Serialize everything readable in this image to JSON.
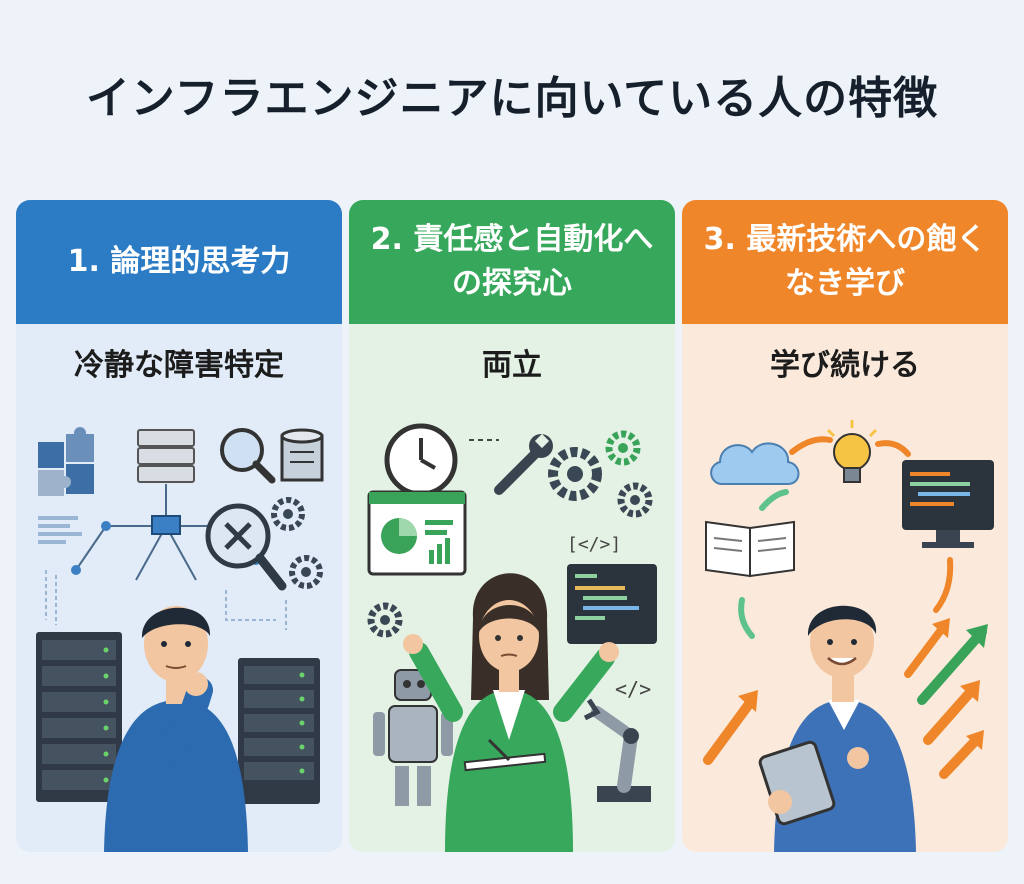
{
  "title": "インフラエンジニアに向いている人の特徴",
  "panels": [
    {
      "heading": "1. 論理的思考力",
      "subtitle": "冷静な障害特定",
      "accent": "#2b7cc5",
      "background": "#e1ecf8",
      "icons": [
        "puzzle-icon",
        "server-icon",
        "magnifier-icon",
        "database-icon",
        "network-diagram-icon",
        "gear-icon",
        "person-thinking-icon"
      ]
    },
    {
      "heading": "2. 責任感と自動化への探究心",
      "subtitle": "両立",
      "accent": "#37a85b",
      "background": "#e3f2e4",
      "icons": [
        "clock-icon",
        "wrench-icon",
        "gear-icon",
        "dashboard-icon",
        "code-window-icon",
        "robot-icon",
        "robot-arm-icon",
        "person-writing-icon"
      ]
    },
    {
      "heading": "3. 最新技術への飽くなき学び",
      "subtitle": "学び続ける",
      "accent": "#f0862a",
      "background": "#fbeadb",
      "icons": [
        "cloud-icon",
        "lightbulb-icon",
        "monitor-icon",
        "book-icon",
        "arrow-up-icon",
        "person-tablet-icon"
      ]
    }
  ]
}
